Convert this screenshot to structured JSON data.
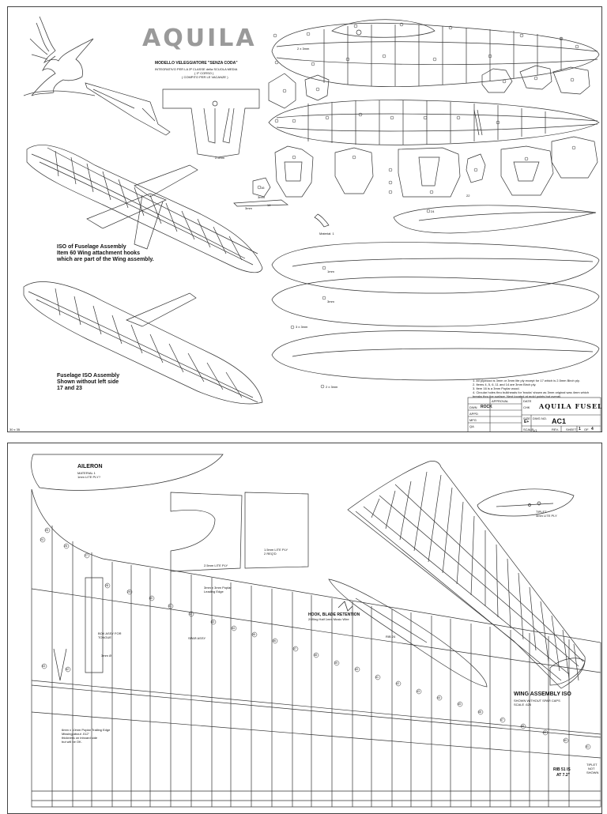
{
  "sheet1": {
    "logo": "AQUILA",
    "subtitle_lines": [
      "MODELLO VELEGGIATORE \"SENZA CODA\"",
      "INTEGRATIVO PER LA 3ª CLASSE della SCUOLA MEDIA",
      "( 1º CORSO )",
      "( COMPITO PER LE VACANZE )"
    ],
    "iso_fuselage_caption": [
      "ISO of Fuselage Assembly",
      "Item 60 Wing attachment hooks",
      "which are part of the Wing assembly."
    ],
    "fuselage_iso_caption": [
      "Fuselage ISO Assembly",
      "Shown without left side",
      "17 and 23"
    ],
    "notes": [
      "1. All plywood is 3mm or 3mm lite ply except for 17 which is 2.5mm Birch ply.",
      "2. Items 4, 5, 6, 11 and 14 are 3mm Birch ply.",
      "3. Item 16 is a 3mm Poplar wood.",
      "4. Circular holes thru bulkheads for 'tracks' shown as 3mm original was 4mm which breaks thru the surface. Next located at mold points but overall."
    ],
    "part_labels": [
      "3mm",
      "14",
      "3mm",
      "Material: 1",
      "2.5mm",
      "1mm",
      "3mm",
      "2 x 3mm",
      "3 x 3mm",
      "2 x 3mm",
      "22",
      "24",
      "16"
    ],
    "corner_label": "30 x 35",
    "title_block": {
      "approval": "APPROVAL",
      "date": "DATE",
      "dwn_label": "DWN",
      "dwn_value": "ROCK",
      "chk_label": "CHK",
      "appd_label": "APPD",
      "mfg_label": "MFG",
      "qa_label": "QA",
      "title": "AQUILA FUSELAGE",
      "size_label": "SIZE",
      "size_value": "E+",
      "dwg_no_label": "DWG NO.",
      "dwg_no": "AC1",
      "rev_label": "REV",
      "rev_value": "-",
      "scale_label": "SCALE",
      "scale_value": "1/1",
      "sheet_label": "SHEET",
      "sheet_value": "1",
      "sheet_of": "OF",
      "sheet_total": "4"
    }
  },
  "sheet2": {
    "aileron_title": "AILERON",
    "aileron_material": [
      "MATERIAL 1",
      "1mm LITE PLY?"
    ],
    "ply25": "2.5mm LITE PLY",
    "ply15": [
      "1.5mm LITE PLY",
      "2 REQ'D"
    ],
    "tiplet": [
      "TIPLET",
      "3mm LITE PLY"
    ],
    "hook": [
      "HOOK, BLADE RETENTION",
      "2/Wing Half 1mm Music Wire"
    ],
    "rib24": "RIB 24",
    "wing_iso": [
      "WING ASSEMBLY ISO",
      "SHOWN WITHOUT SPAR CAPS",
      "SCALE .625"
    ],
    "leading_edge": [
      "3mm x 3mm Poplar",
      "Leading Edge"
    ],
    "box_assy": [
      "BOX ASSY FOR",
      "TONGUE"
    ],
    "spar_assy": "SPAR ASSY",
    "dia": "3mm Ø",
    "trailing_edge": [
      "6mm x 10mm Poplar Trailing Edge",
      "Missing about .012\"",
      "thickness on inboard side",
      "but will be OK."
    ],
    "rib_note": [
      "RIB 51 IS",
      "AT 7.2\""
    ],
    "tiplet_not_shown": [
      "TIPLET",
      "NOT",
      "SHOWN"
    ],
    "rib_numbers": [
      "25",
      "24",
      "26",
      "27",
      "28",
      "29",
      "30",
      "31",
      "32",
      "33",
      "34",
      "35",
      "36",
      "37",
      "38",
      "39",
      "40",
      "41",
      "42",
      "43",
      "44",
      "45",
      "46",
      "47",
      "48",
      "49",
      "50",
      "51",
      "53",
      "52"
    ]
  }
}
